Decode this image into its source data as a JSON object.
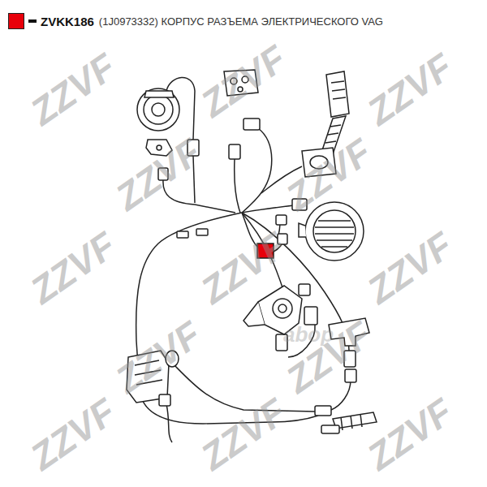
{
  "diagram": {
    "title": "(1J0973332) КОРПУС РАЗЪЕМА ЭЛЕКТРИЧЕСКОГО VAG",
    "labels": [
      "ZZVF",
      "ZZVF",
      "ZZVF",
      "ZZVF",
      "ZZVF",
      "ZZVF",
      "ZZVF",
      "ZZVF",
      "ZZVF",
      "ZZVF",
      "ZZVF",
      "ZZVF",
      "ZZVF",
      "abop"
    ],
    "legend": [
      {
        "text": "ZVKK186",
        "color": "#e8000b"
      }
    ]
  }
}
